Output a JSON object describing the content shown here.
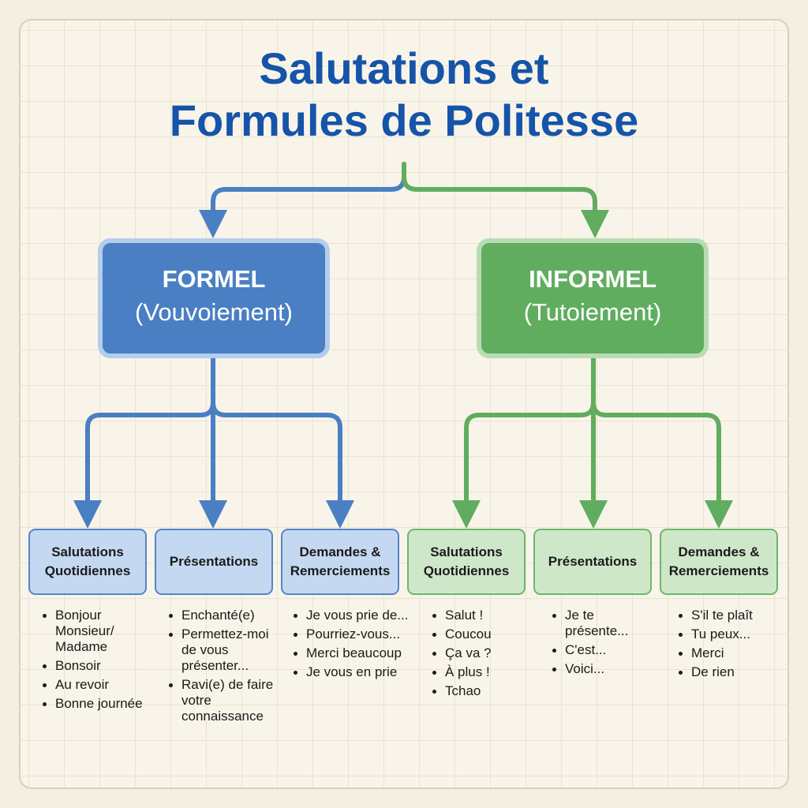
{
  "title": {
    "line1": "Salutations et",
    "line2": "Formules de Politesse"
  },
  "colors": {
    "title": "#1554a8",
    "formel": "#4a7fc3",
    "informel": "#60ad5f"
  },
  "formel": {
    "heading": "FORMEL",
    "sub": "(Vouvoiement)",
    "categories": [
      {
        "label": "Salutations Quotidiennes",
        "items": [
          "Bonjour Monsieur/ Madame",
          "Bonsoir",
          "Au revoir",
          "Bonne journée"
        ]
      },
      {
        "label": "Présentations",
        "items": [
          "Enchanté(e)",
          "Permettez-moi de vous présenter...",
          "Ravi(e) de faire votre connaissance"
        ]
      },
      {
        "label": "Demandes & Remerciements",
        "items": [
          "Je vous prie de...",
          "Pourriez-vous...",
          "Merci beaucoup",
          "Je vous en prie"
        ]
      }
    ]
  },
  "informel": {
    "heading": "INFORMEL",
    "sub": "(Tutoiement)",
    "categories": [
      {
        "label": "Salutations Quotidiennes",
        "items": [
          "Salut !",
          "Coucou",
          "Ça va ?",
          "À plus !",
          "Tchao"
        ]
      },
      {
        "label": "Présentations",
        "items": [
          "Je te présente...",
          "C'est...",
          "Voici..."
        ]
      },
      {
        "label": "Demandes & Remerciements",
        "items": [
          "S'il te plaît",
          "Tu peux...",
          "Merci",
          "De rien"
        ]
      }
    ]
  }
}
